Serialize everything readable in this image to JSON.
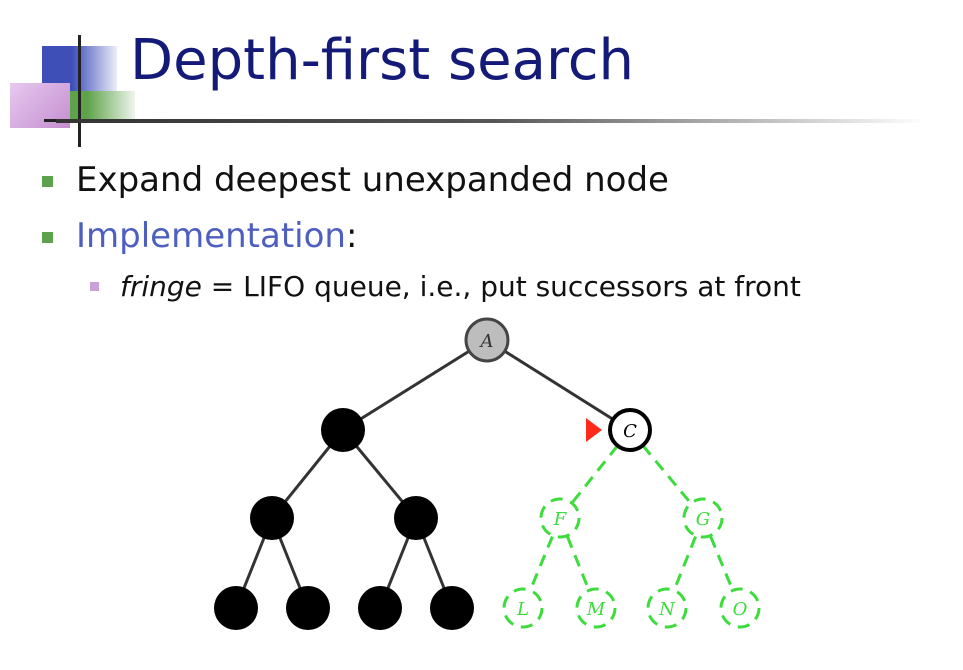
{
  "slide": {
    "title": "Depth-first search",
    "bullets": [
      {
        "text": "Expand deepest unexpanded node"
      },
      {
        "text": "Implementation",
        "suffix": ":"
      }
    ],
    "sub_bullet": {
      "italic": "fringe",
      "text": " = LIFO queue, i.e., put successors at front"
    }
  },
  "tree": {
    "nodes": {
      "A": "A",
      "C": "C",
      "F": "F",
      "G": "G",
      "L": "L",
      "M": "M",
      "N": "N",
      "O": "O"
    },
    "colors": {
      "expanded": "#000000",
      "root": "#bdbdbd",
      "unexplored": "#3ddc3d",
      "marker": "#ff2a1a"
    }
  }
}
